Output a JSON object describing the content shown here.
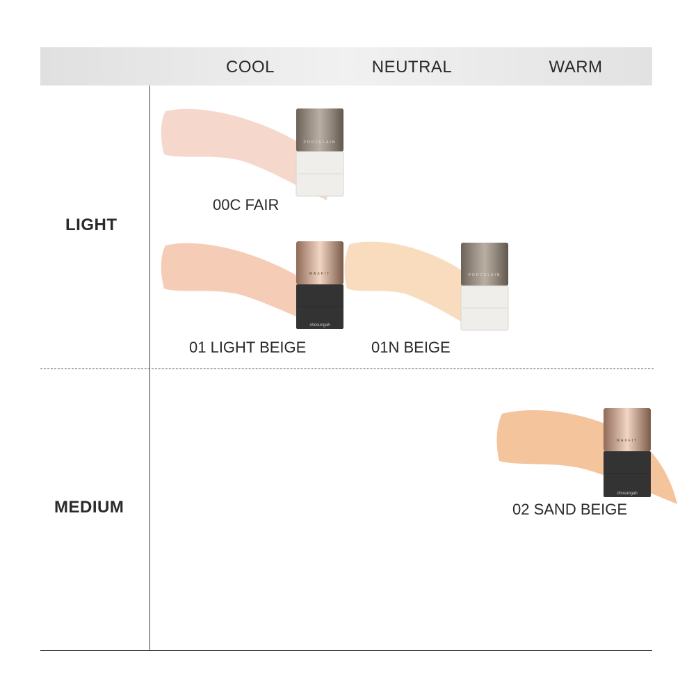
{
  "columns": {
    "cool": "COOL",
    "neutral": "NEUTRAL",
    "warm": "WARM"
  },
  "rows": {
    "light": "LIGHT",
    "medium": "MEDIUM"
  },
  "shades": [
    {
      "id": "00c",
      "label": "00C FAIR",
      "swatch_color": "#f6d7cc",
      "bottle": "white",
      "bottle_text": "PORCELAIN"
    },
    {
      "id": "01",
      "label": "01 LIGHT BEIGE",
      "swatch_color": "#f5cdb6",
      "bottle": "black",
      "bottle_text": "MAXFIT",
      "brand": "chosungah"
    },
    {
      "id": "01n",
      "label": "01N BEIGE",
      "swatch_color": "#f8dcbd",
      "bottle": "white",
      "bottle_text": "PORCELAIN"
    },
    {
      "id": "02",
      "label": "02 SAND BEIGE",
      "swatch_color": "#f4c49c",
      "bottle": "black",
      "bottle_text": "MAXFIT",
      "brand": "chosungah"
    }
  ]
}
